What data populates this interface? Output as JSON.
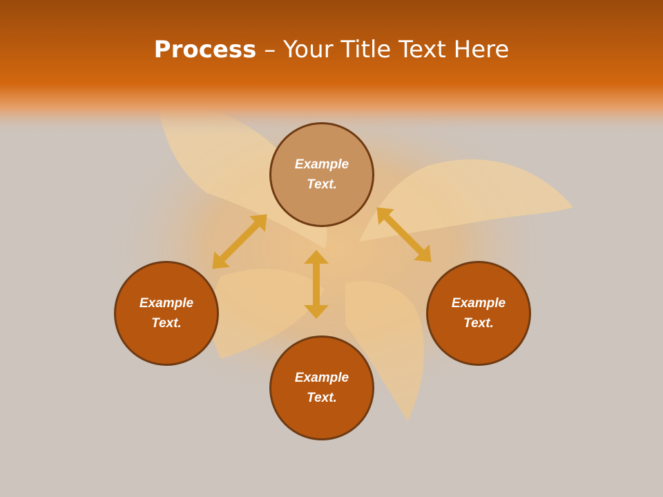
{
  "title": {
    "bold": "Process",
    "dash": " – ",
    "rest": "Your Title Text Here"
  },
  "nodes": [
    {
      "line1": "Example",
      "line2": "Text."
    },
    {
      "line1": "Example",
      "line2": "Text."
    },
    {
      "line1": "Example",
      "line2": "Text."
    },
    {
      "line1": "Example",
      "line2": "Text."
    }
  ],
  "colors": {
    "header": "#c85f12",
    "top_node": "#c8925f",
    "node": "#b7560f",
    "node_border": "#6e3a12",
    "arrow": "#d9a030"
  }
}
